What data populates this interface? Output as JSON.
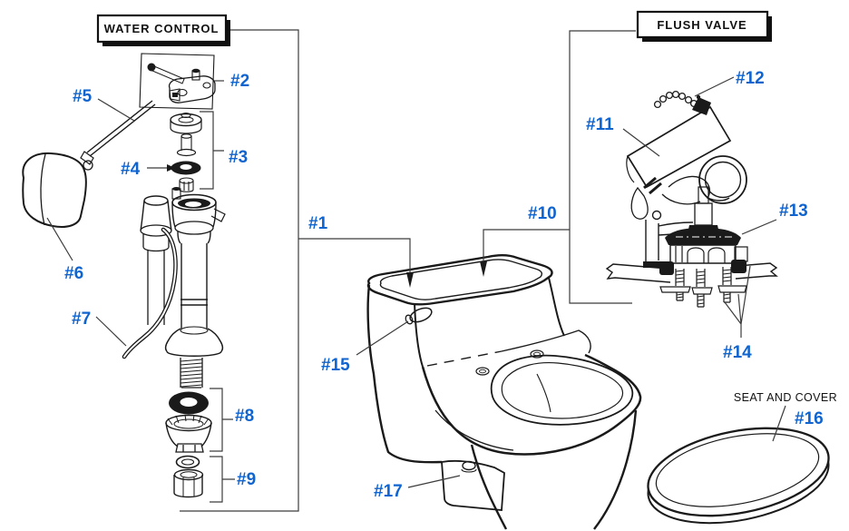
{
  "palette": {
    "ink": "#1a1a1a",
    "label_blue": "#1064cf",
    "paper": "#ffffff"
  },
  "boxes": {
    "water_control": "WATER CONTROL",
    "flush_valve": "FLUSH VALVE"
  },
  "labels": {
    "seat_and_cover": "SEAT AND COVER"
  },
  "callouts": {
    "c1": "#1",
    "c2": "#2",
    "c3": "#3",
    "c4": "#4",
    "c5": "#5",
    "c6": "#6",
    "c7": "#7",
    "c8": "#8",
    "c9": "#9",
    "c10": "#10",
    "c11": "#11",
    "c12": "#12",
    "c13": "#13",
    "c14": "#14",
    "c15": "#15",
    "c16": "#16",
    "c17": "#17"
  }
}
